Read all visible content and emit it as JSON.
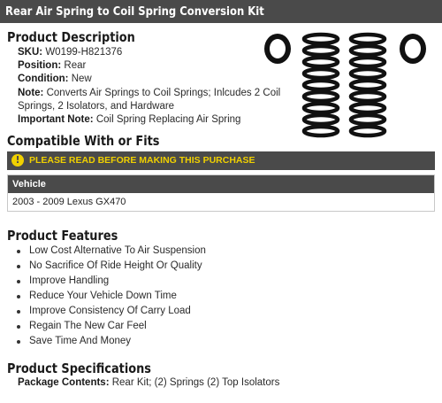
{
  "header": {
    "title": "Rear Air Spring to Coil Spring Conversion Kit"
  },
  "description": {
    "heading": "Product Description",
    "sku_label": "SKU:",
    "sku": "W0199-H821376",
    "position_label": "Position:",
    "position": "Rear",
    "condition_label": "Condition:",
    "condition": "New",
    "note_label": "Note:",
    "note_line1": "Converts Air Springs to Coil Springs; Inlcudes 2 Coil",
    "note_line2": "Springs, 2 Isolators, and Hardware",
    "important_label": "Important Note:",
    "important": "Coil Spring Replacing Air Spring"
  },
  "compat": {
    "heading": "Compatible With or Fits",
    "warning": "PLEASE READ BEFORE MAKING THIS PURCHASE",
    "table_header": "Vehicle",
    "rows": [
      "2003 - 2009 Lexus GX470"
    ]
  },
  "features": {
    "heading": "Product Features",
    "items": [
      "Low Cost Alternative To Air Suspension",
      "No Sacrifice Of Ride Height Or Quality",
      "Improve Handling",
      "Reduce Your Vehicle Down Time",
      "Improve Consistency Of Carry Load",
      "Regain The New Car Feel",
      "Save Time And Money"
    ]
  },
  "specs": {
    "heading": "Product Specifications",
    "package_label": "Package Contents:",
    "package": "Rear Kit; (2) Springs (2) Top Isolators"
  },
  "icons": {
    "warning": "warning-circle-icon"
  },
  "colors": {
    "bar": "#4a4a4a",
    "warning_text": "#f0d000"
  }
}
